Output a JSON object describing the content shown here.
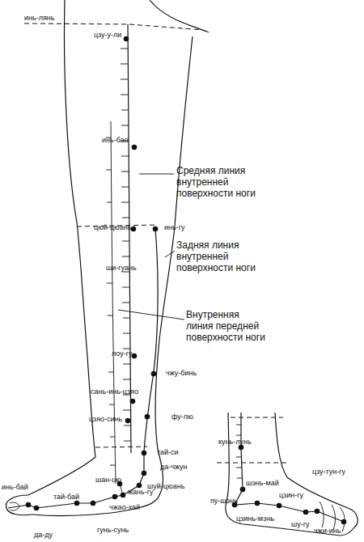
{
  "diagram": {
    "labels": [
      "инь-лянь",
      "цзу-у-ли",
      "инь-бао",
      "Средняя линия внутренней поверхности ноги",
      "цюй-цюань",
      "инь-гу",
      "Задняя линия внутренней поверхности ноги",
      "ши-гуань",
      "Внутренняя линия передней поверхности ноги",
      "лоу-гу",
      "чжу-бинь",
      "сань-инь-цзяо",
      "цзяо-синь",
      "фу-лю",
      "тай-си",
      "да-чжун",
      "шан-цю",
      "шуй-цюань",
      "инь-бай",
      "жань-гу",
      "тай-бай",
      "чжао-хай",
      "гунь-сунь",
      "да-ду",
      "кунь-лунь",
      "цзу-тун-гу",
      "шэнь-май",
      "цзин-гу",
      "пу-шэнь",
      "цзинь-мэнь",
      "шу-гу",
      "чжи-инь"
    ]
  }
}
